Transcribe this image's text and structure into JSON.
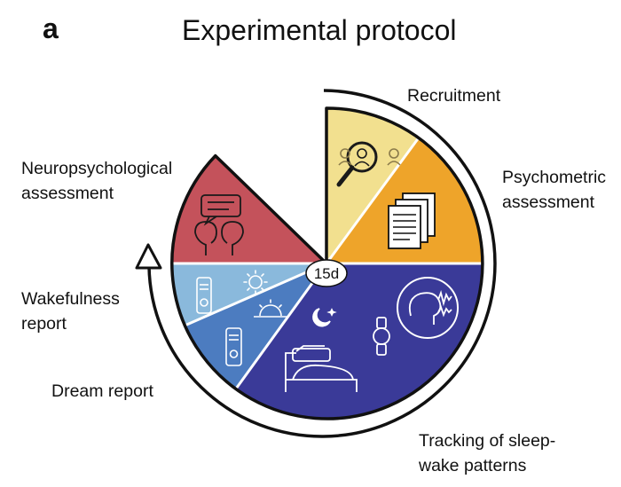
{
  "figure": {
    "panel_letter": "a",
    "title": "Experimental protocol",
    "center_label": "15d"
  },
  "segments": {
    "recruitment": {
      "label": "Recruitment",
      "color": "#f2e08f"
    },
    "psychometric": {
      "label_line1": "Psychometric",
      "label_line2": "assessment",
      "color": "#eea42a"
    },
    "tracking": {
      "label_line1": "Tracking of sleep-",
      "label_line2": "wake patterns",
      "color": "#3a3a98"
    },
    "dream": {
      "label": "Dream report",
      "color": "#4c7cc0"
    },
    "wakefulness": {
      "label_line1": "Wakefulness",
      "label_line2": "report",
      "color": "#8ab9dc"
    },
    "neuropsych": {
      "label_line1": "Neuropsychological",
      "label_line2": "assessment",
      "color": "#c4525b"
    }
  },
  "icons": {
    "recruitment": "magnifier-people-icon",
    "psychometric": "documents-icon",
    "neuropsych": "speech-heads-icon",
    "wakefulness": "sun-recorder-icon",
    "dream": "sunrise-recorder-icon",
    "tracking": "moon-bed-watch-brain-icon"
  }
}
